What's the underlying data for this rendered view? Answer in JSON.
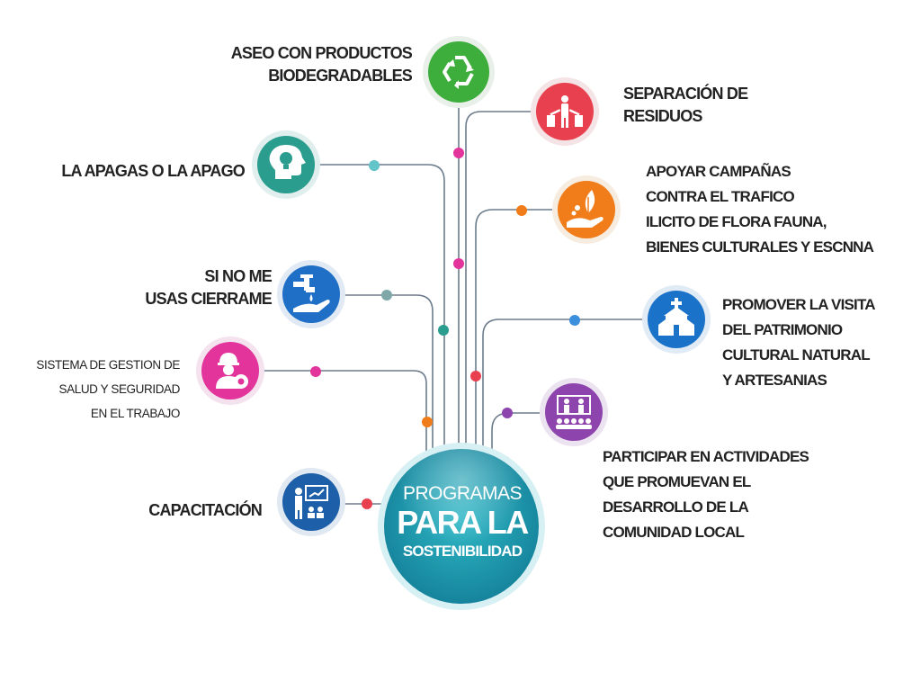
{
  "center": {
    "line1": "PROGRAMAS",
    "line2": "PARA LA",
    "line3": "SOSTENIBILIDAD"
  },
  "programs": [
    {
      "id": "aseo",
      "lines": [
        "ASEO CON PRODUCTOS",
        "BIODEGRADABLES"
      ],
      "icon": "recycle-icon",
      "color": "#3dae3b"
    },
    {
      "id": "separacion",
      "lines": [
        "SEPARACIÓN DE",
        "RESIDUOS"
      ],
      "icon": "waste-sorting-icon",
      "color": "#e8404f"
    },
    {
      "id": "apagas",
      "lines": [
        "LA APAGAS O LA APAGO"
      ],
      "icon": "lightbulb-head-icon",
      "color": "#2a9d8f"
    },
    {
      "id": "campanas",
      "lines": [
        "APOYAR CAMPAÑAS",
        "CONTRA EL TRAFICO",
        "ILICITO DE FLORA FAUNA,",
        "BIENES CULTURALES Y ESCNNA"
      ],
      "icon": "leaf-hand-icon",
      "color": "#f07c1a"
    },
    {
      "id": "cierrame",
      "lines": [
        "SI NO ME",
        "USAS CIERRAME"
      ],
      "icon": "faucet-hand-icon",
      "color": "#1f6fc6"
    },
    {
      "id": "patrimonio",
      "lines": [
        "PROMOVER LA VISITA",
        "DEL PATRIMONIO",
        "CULTURAL NATURAL",
        "Y ARTESANIAS"
      ],
      "icon": "church-icon",
      "color": "#1a73c9"
    },
    {
      "id": "sgsst",
      "lines": [
        "SISTEMA DE GESTION DE",
        "SALUD Y SEGURIDAD",
        "EN EL TRABAJO"
      ],
      "icon": "worker-gear-icon",
      "color": "#e2349b"
    },
    {
      "id": "comunidad",
      "lines": [
        "PARTICIPAR EN ACTIVIDADES",
        "QUE PROMUEVAN EL",
        "DESARROLLO DE LA",
        "COMUNIDAD LOCAL"
      ],
      "icon": "community-presentation-icon",
      "color": "#8e44ad"
    },
    {
      "id": "capacitacion",
      "lines": [
        "CAPACITACIÓN"
      ],
      "icon": "presentation-board-icon",
      "color": "#1d5fa8"
    }
  ],
  "colors": {
    "center_ring": "#bfe6ea",
    "center_fill": "#1e9fb0",
    "connector_line": "#6b7b8c",
    "text": "#222222"
  }
}
